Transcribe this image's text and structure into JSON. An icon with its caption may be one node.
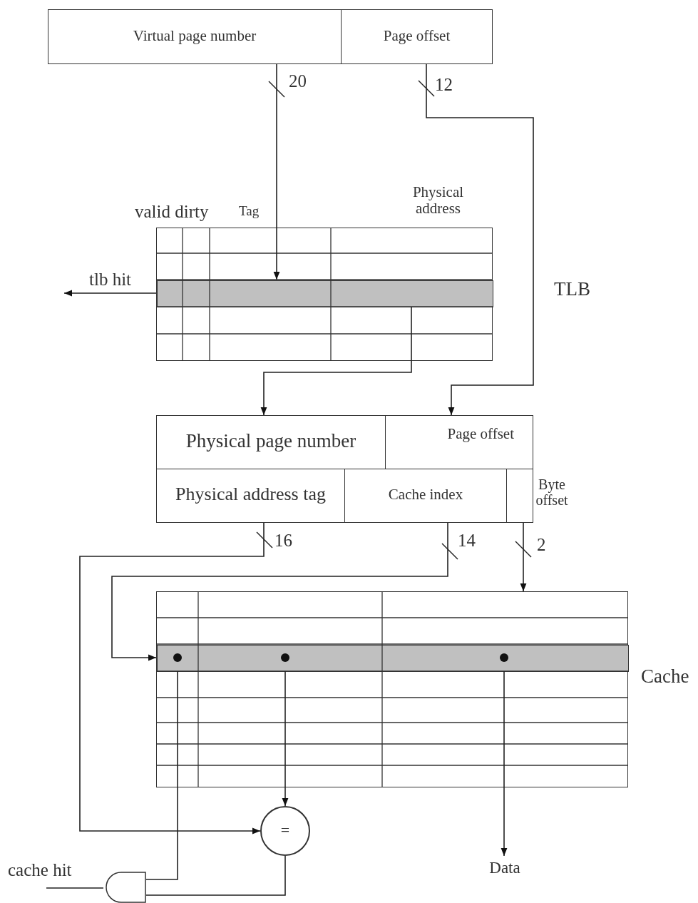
{
  "diagram": {
    "nodes": [
      {
        "text": [
          "Virtual page number"
        ]
      },
      {
        "text": [
          "Page offset"
        ]
      },
      {
        "text": [],
        "shape": "box",
        "beside": [
          "TLB"
        ]
      },
      {
        "text": [],
        "shape": "bar",
        "in": 2
      },
      {
        "text": [
          "Physical page number"
        ]
      },
      {
        "text": [
          "Page offset"
        ]
      },
      {
        "text": [
          "Physical address tag"
        ]
      },
      {
        "text": [
          "Cache index"
        ]
      },
      {
        "text": [
          "Byte offset"
        ]
      },
      {
        "text": [],
        "shape": "box",
        "beside": [
          "Cache"
        ]
      },
      {
        "text": [],
        "shape": "bar",
        "in": 9
      },
      {
        "text": [
          "="
        ]
      },
      {
        "text": [],
        "shape": "gate"
      },
      {
        "text": [
          "Data"
        ]
      }
    ],
    "edges": [
      {
        "from": 0,
        "to": 3,
        "arrow": "to",
        "label": "20"
      },
      {
        "from": 1,
        "to": 5,
        "arrow": "to",
        "label": "12"
      },
      {
        "from": 3,
        "to": null,
        "arrow": "to",
        "label": "tlb hit"
      },
      {
        "from": 3,
        "to": 4,
        "arrow": "to"
      },
      {
        "from": 6,
        "to": 11,
        "arrow": "to",
        "label": "16"
      },
      {
        "from": 7,
        "to": 10,
        "arrow": "to",
        "label": "14"
      },
      {
        "from": 8,
        "to": 9,
        "arrow": "to",
        "label": "2"
      },
      {
        "from": 10,
        "to": 11,
        "arrow": "to"
      },
      {
        "from": 10,
        "to": 13,
        "arrow": "to"
      },
      {
        "from": 10,
        "to": 12,
        "arrow": "none"
      },
      {
        "from": 11,
        "to": 12,
        "arrow": "none"
      },
      {
        "from": 12,
        "to": null,
        "arrow": "none",
        "label": "cache hit"
      }
    ],
    "labels": [
      "valid dirty",
      "Tag",
      "Physical address"
    ]
  }
}
